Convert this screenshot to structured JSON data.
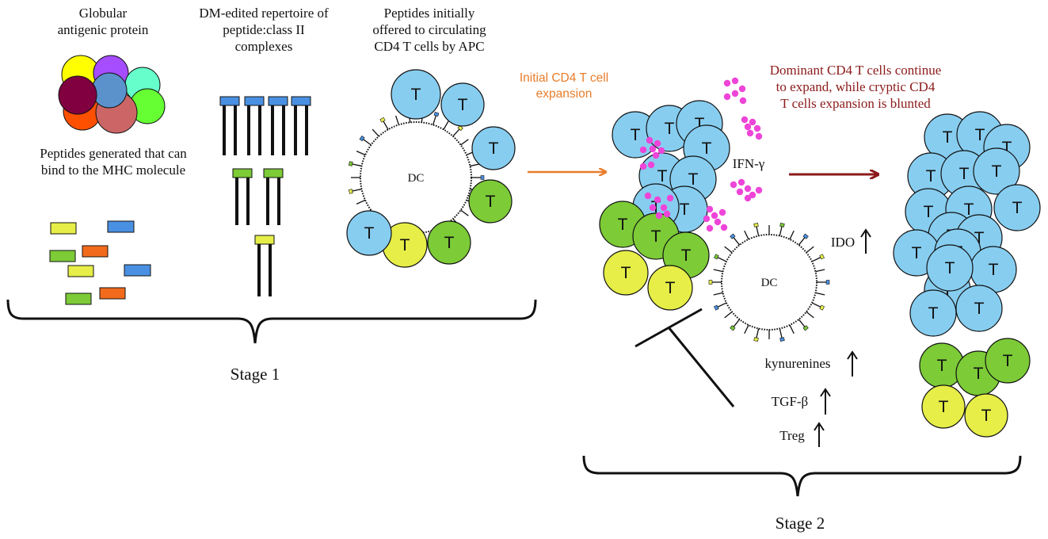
{
  "labels": {
    "globular": "Globular\nantigenic protein",
    "peptides_generated": "Peptides generated that can\nbind to the MHC molecule",
    "dm_edited": "DM-edited repertoire of\npeptide:class II\ncomplexes",
    "peptides_offered": "Peptides initially\noffered to circulating\nCD4 T cells by APC",
    "initial_expansion": "Initial CD4 T cell\nexpansion",
    "dominant": "Dominant CD4 T cells continue\nto expand, while cryptic CD4\nT cells expansion is blunted",
    "ifn": "IFN-γ",
    "ido": "IDO",
    "kynurenines": "kynurenines",
    "tgf": "TGF-β",
    "treg": "Treg",
    "stage1": "Stage 1",
    "stage2": "Stage 2"
  },
  "cell": {
    "t_label": "T",
    "dc_label": "DC"
  },
  "colors": {
    "blue_cell": "#87cdf0",
    "green_cell": "#7ccb37",
    "yellow_cell": "#e6ee47",
    "pink_dot": "#ee45d8",
    "orange_arrow": "#e87d2b",
    "darkred_arrow": "#8b1a1a",
    "pep_yellow": "#e6ee47",
    "pep_blue": "#4a90e2",
    "pep_green": "#7ccb37",
    "pep_orange": "#f26a1b"
  }
}
